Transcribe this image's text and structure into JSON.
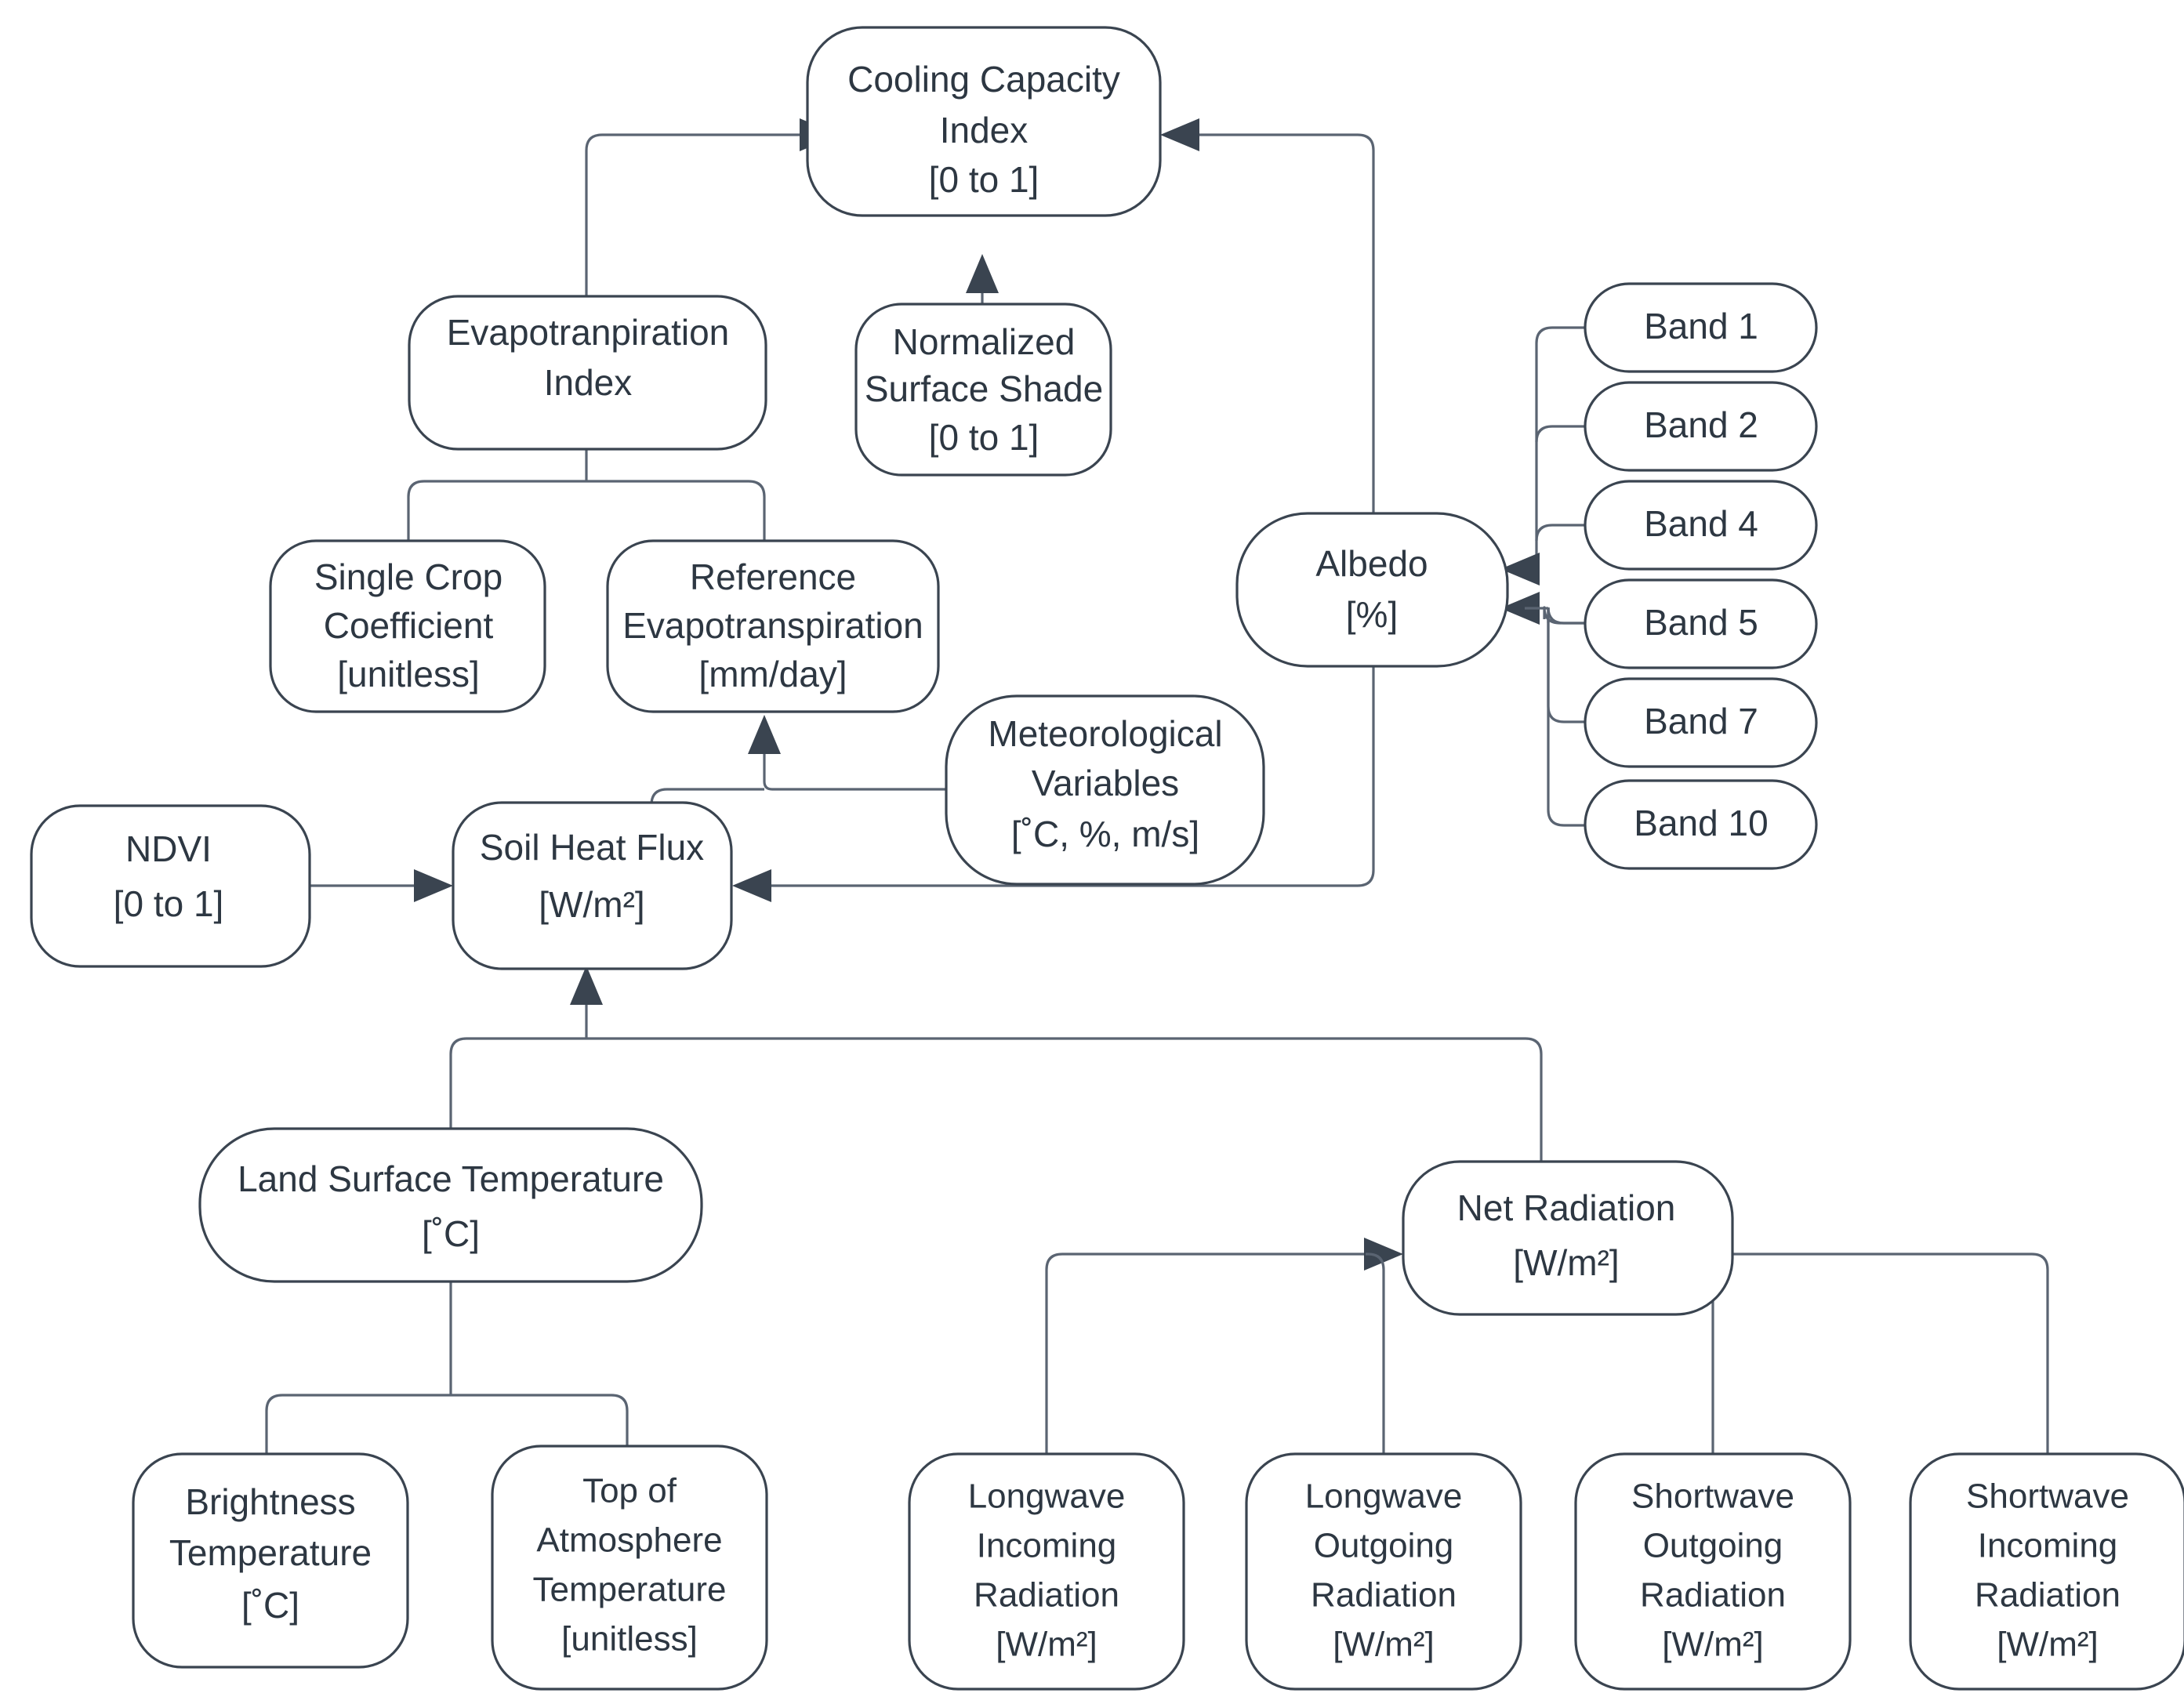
{
  "diagram": {
    "title": "Cooling Capacity Index derivation flowchart",
    "style": {
      "node_fill": "#ffffff",
      "node_stroke": "#3a4450",
      "edge_stroke": "#5a6472",
      "text_color": "#2d3742",
      "background": "#ffffff"
    },
    "nodes": [
      {
        "id": "cooling-capacity-index",
        "lines": [
          "Cooling Capacity",
          "Index",
          "[0 to 1]"
        ]
      },
      {
        "id": "evapotranspiration-index",
        "lines": [
          "Evapotranpiration",
          "Index"
        ]
      },
      {
        "id": "normalized-surface-shade",
        "lines": [
          "Normalized",
          "Surface Shade",
          "[0 to 1]"
        ]
      },
      {
        "id": "single-crop-coefficient",
        "lines": [
          "Single Crop",
          "Coefficient",
          "[unitless]"
        ]
      },
      {
        "id": "reference-evapotranspiration",
        "lines": [
          "Reference",
          "Evapotranspiration",
          "[mm/day]"
        ]
      },
      {
        "id": "albedo",
        "lines": [
          "Albedo",
          "[%]"
        ]
      },
      {
        "id": "band-1",
        "lines": [
          "Band 1"
        ]
      },
      {
        "id": "band-2",
        "lines": [
          "Band 2"
        ]
      },
      {
        "id": "band-4",
        "lines": [
          "Band 4"
        ]
      },
      {
        "id": "band-5",
        "lines": [
          "Band 5"
        ]
      },
      {
        "id": "band-7",
        "lines": [
          "Band 7"
        ]
      },
      {
        "id": "band-10",
        "lines": [
          "Band 10"
        ]
      },
      {
        "id": "meteorological-variables",
        "lines": [
          "Meteorological",
          "Variables",
          "[˚C, %, m/s]"
        ]
      },
      {
        "id": "ndvi",
        "lines": [
          "NDVI",
          "[0 to 1]"
        ]
      },
      {
        "id": "soil-heat-flux",
        "lines": [
          "Soil Heat Flux",
          "[W/m²]"
        ]
      },
      {
        "id": "land-surface-temperature",
        "lines": [
          "Land Surface Temperature",
          "[˚C]"
        ]
      },
      {
        "id": "net-radiation",
        "lines": [
          "Net Radiation",
          "[W/m²]"
        ]
      },
      {
        "id": "brightness-temperature",
        "lines": [
          "Brightness",
          "Temperature",
          "[˚C]"
        ]
      },
      {
        "id": "top-of-atmosphere-temperature",
        "lines": [
          "Top of",
          "Atmosphere",
          "Temperature",
          "[unitless]"
        ]
      },
      {
        "id": "longwave-incoming-radiation",
        "lines": [
          "Longwave",
          "Incoming",
          "Radiation",
          "[W/m²]"
        ]
      },
      {
        "id": "longwave-outgoing-radiation",
        "lines": [
          "Longwave",
          "Outgoing",
          "Radiation",
          "[W/m²]"
        ]
      },
      {
        "id": "shortwave-outgoing-radiation",
        "lines": [
          "Shortwave",
          "Outgoing",
          "Radiation",
          "[W/m²]"
        ]
      },
      {
        "id": "shortwave-incoming-radiation",
        "lines": [
          "Shortwave",
          "Incoming",
          "Radiation",
          "[W/m²]"
        ]
      }
    ],
    "edges": [
      {
        "from": "evapotranspiration-index",
        "to": "cooling-capacity-index"
      },
      {
        "from": "normalized-surface-shade",
        "to": "cooling-capacity-index"
      },
      {
        "from": "albedo",
        "to": "cooling-capacity-index"
      },
      {
        "from": "single-crop-coefficient",
        "to": "evapotranspiration-index"
      },
      {
        "from": "reference-evapotranspiration",
        "to": "evapotranspiration-index"
      },
      {
        "from": "band-1",
        "to": "albedo"
      },
      {
        "from": "band-2",
        "to": "albedo"
      },
      {
        "from": "band-4",
        "to": "albedo"
      },
      {
        "from": "band-5",
        "to": "albedo"
      },
      {
        "from": "band-7",
        "to": "albedo"
      },
      {
        "from": "band-10",
        "to": "albedo"
      },
      {
        "from": "meteorological-variables",
        "to": "reference-evapotranspiration"
      },
      {
        "from": "soil-heat-flux",
        "to": "reference-evapotranspiration"
      },
      {
        "from": "ndvi",
        "to": "soil-heat-flux"
      },
      {
        "from": "albedo",
        "to": "soil-heat-flux"
      },
      {
        "from": "land-surface-temperature",
        "to": "soil-heat-flux"
      },
      {
        "from": "net-radiation",
        "to": "soil-heat-flux"
      },
      {
        "from": "brightness-temperature",
        "to": "land-surface-temperature"
      },
      {
        "from": "top-of-atmosphere-temperature",
        "to": "land-surface-temperature"
      },
      {
        "from": "longwave-incoming-radiation",
        "to": "net-radiation"
      },
      {
        "from": "longwave-outgoing-radiation",
        "to": "net-radiation"
      },
      {
        "from": "shortwave-outgoing-radiation",
        "to": "net-radiation"
      },
      {
        "from": "shortwave-incoming-radiation",
        "to": "net-radiation"
      }
    ]
  }
}
